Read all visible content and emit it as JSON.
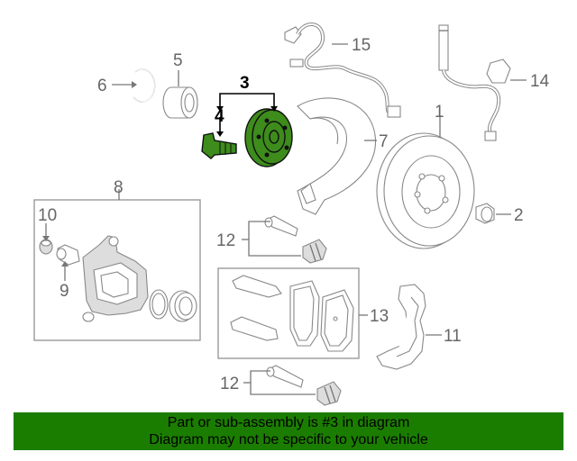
{
  "callouts": {
    "c1": "1",
    "c2": "2",
    "c3": "3",
    "c4": "4",
    "c5": "5",
    "c6": "6",
    "c7": "7",
    "c8": "8",
    "c9": "9",
    "c10": "10",
    "c11": "11",
    "c12a": "12",
    "c12b": "12",
    "c13": "13",
    "c14": "14",
    "c15": "15"
  },
  "highlight_color": "#3d8c1c",
  "banner": {
    "background": "#1b7d00",
    "line1": "Part or sub-assembly is #3 in diagram",
    "line2": "Diagram may not be specific to your vehicle"
  }
}
